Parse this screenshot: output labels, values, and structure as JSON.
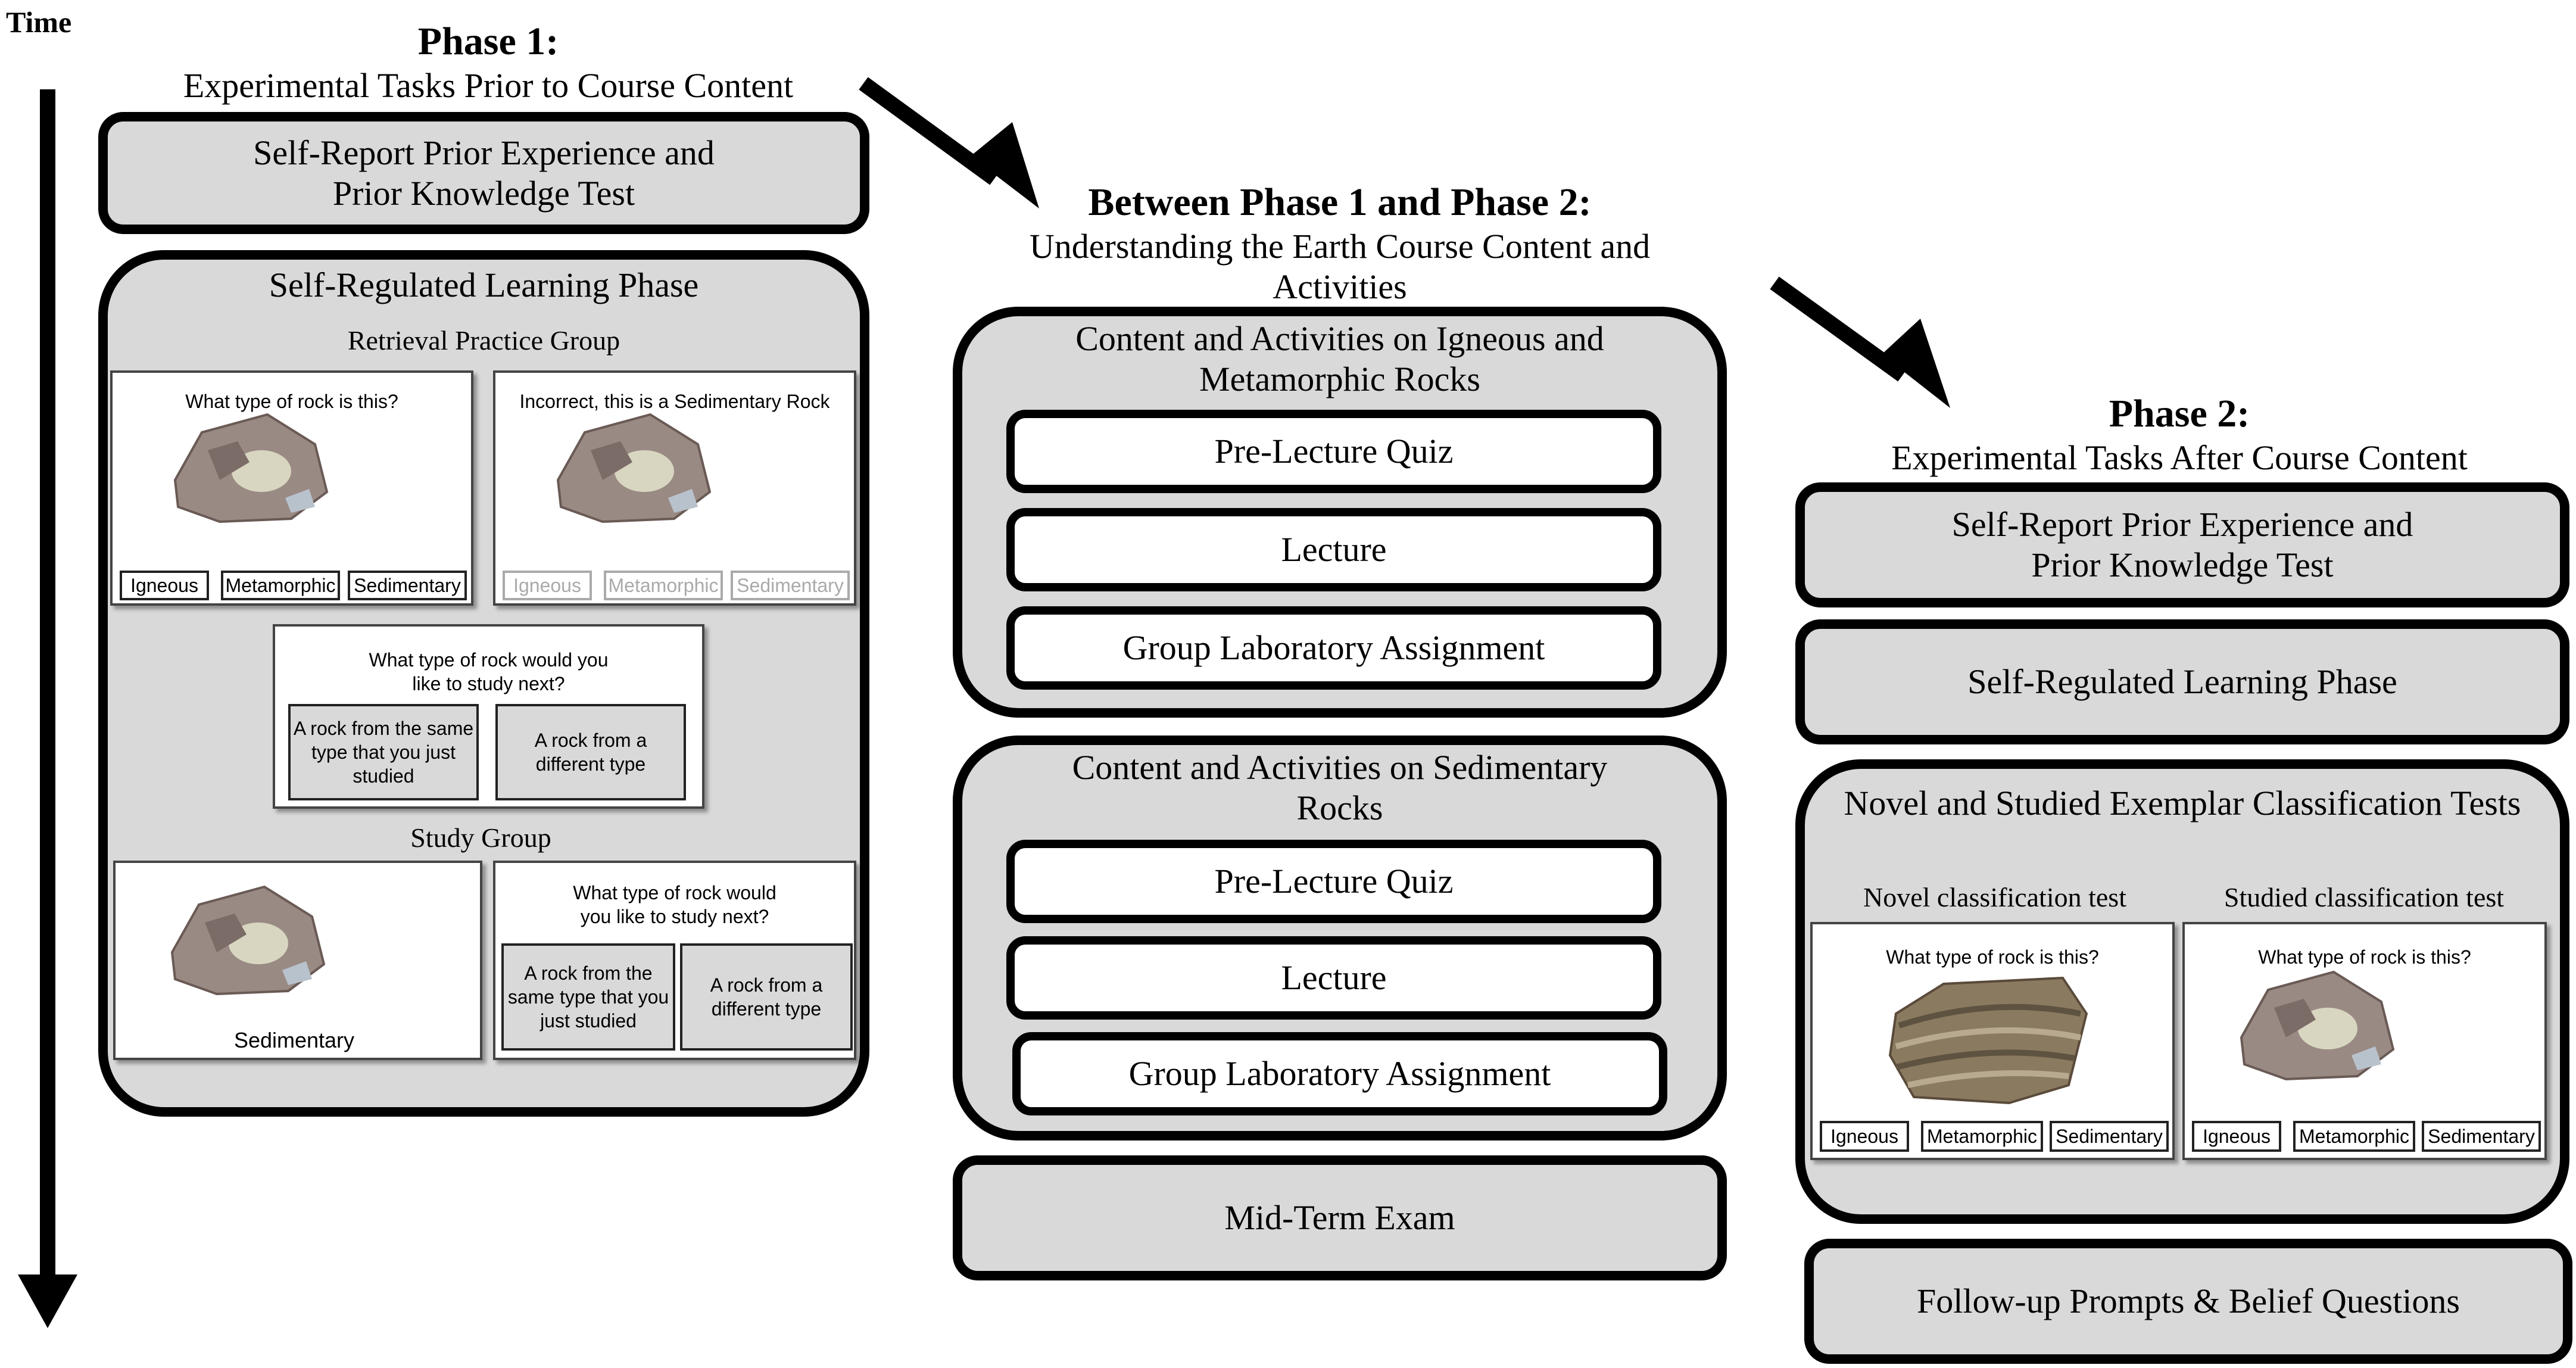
{
  "time_label": "Time",
  "phase1": {
    "title": "Phase 1:",
    "subtitle": "Experimental Tasks Prior to Course Content",
    "self_report": "Self-Report Prior Experience and Prior Knowledge Test",
    "srl_title": "Self-Regulated Learning Phase",
    "retrieval_group": "Retrieval Practice Group",
    "study_group": "Study Group",
    "question": "What type of rock is this?",
    "feedback": "Incorrect, this is a Sedimentary Rock",
    "next_question": "What type of rock would you like to study next?",
    "same_type": "A rock from the same type that you just studied",
    "different_type": "A rock from a different type",
    "options": [
      "Igneous",
      "Metamorphic",
      "Sedimentary"
    ],
    "study_label": "Sedimentary"
  },
  "between": {
    "title": "Between Phase 1 and Phase 2:",
    "subtitle": "Understanding the Earth Course Content and Activities",
    "unit1_title": "Content and Activities on Igneous and Metamorphic Rocks",
    "unit2_title": "Content and Activities on Sedimentary Rocks",
    "items": [
      "Pre-Lecture Quiz",
      "Lecture",
      "Group Laboratory Assignment"
    ],
    "midterm": "Mid-Term Exam"
  },
  "phase2": {
    "title": "Phase 2:",
    "subtitle": "Experimental Tasks After Course Content",
    "self_report": "Self-Report Prior Experience and Prior Knowledge Test",
    "srl": "Self-Regulated Learning Phase",
    "tests_title": "Novel and Studied Exemplar Classification Tests",
    "novel_label": "Novel classification test",
    "studied_label": "Studied classification test",
    "question": "What type of rock is this?",
    "options": [
      "Igneous",
      "Metamorphic",
      "Sedimentary"
    ],
    "followup": "Follow-up Prompts & Belief Questions"
  },
  "colors": {
    "box_fill": "#d9d9d9",
    "border": "#000000"
  }
}
